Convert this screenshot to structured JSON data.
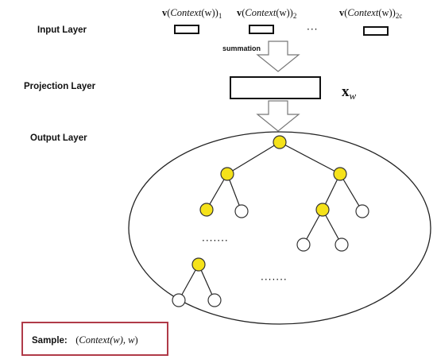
{
  "layers": {
    "input": "Input Layer",
    "projection": "Projection Layer",
    "output": "Output Layer"
  },
  "inputs": [
    {
      "prefix": "v",
      "paren_open": "(",
      "name": "Context",
      "arg": "(w)",
      "paren_close": ")",
      "sub": "1"
    },
    {
      "prefix": "v",
      "paren_open": "(",
      "name": "Context",
      "arg": "(w)",
      "paren_close": ")",
      "sub": "2"
    },
    {
      "prefix": "v",
      "paren_open": "(",
      "name": "Context",
      "arg": "(w)",
      "paren_close": ")",
      "sub": "2c"
    }
  ],
  "input_ellipsis": "···",
  "summation_label": "summation",
  "projection_vector": {
    "symbol": "x",
    "sub": "w"
  },
  "tree_ellipsis": [
    "·······",
    "·······"
  ],
  "sample": {
    "label": "Sample:",
    "math_open": "(",
    "math_name": "Context",
    "math_arg": "(w), w",
    "math_close": ")"
  },
  "colors": {
    "path_node": "#f5e21a",
    "leaf_node": "#ffffff",
    "sample_border": "#b03a48",
    "arrow_stroke": "#777777"
  }
}
